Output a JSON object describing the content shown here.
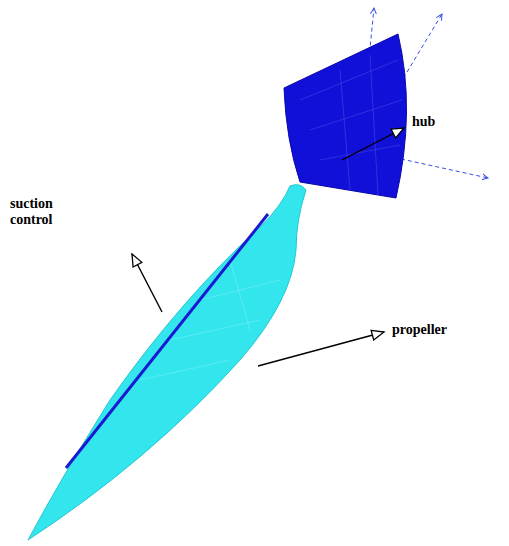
{
  "diagram": {
    "labels": [
      "suction control",
      "hub",
      "propeller"
    ]
  }
}
